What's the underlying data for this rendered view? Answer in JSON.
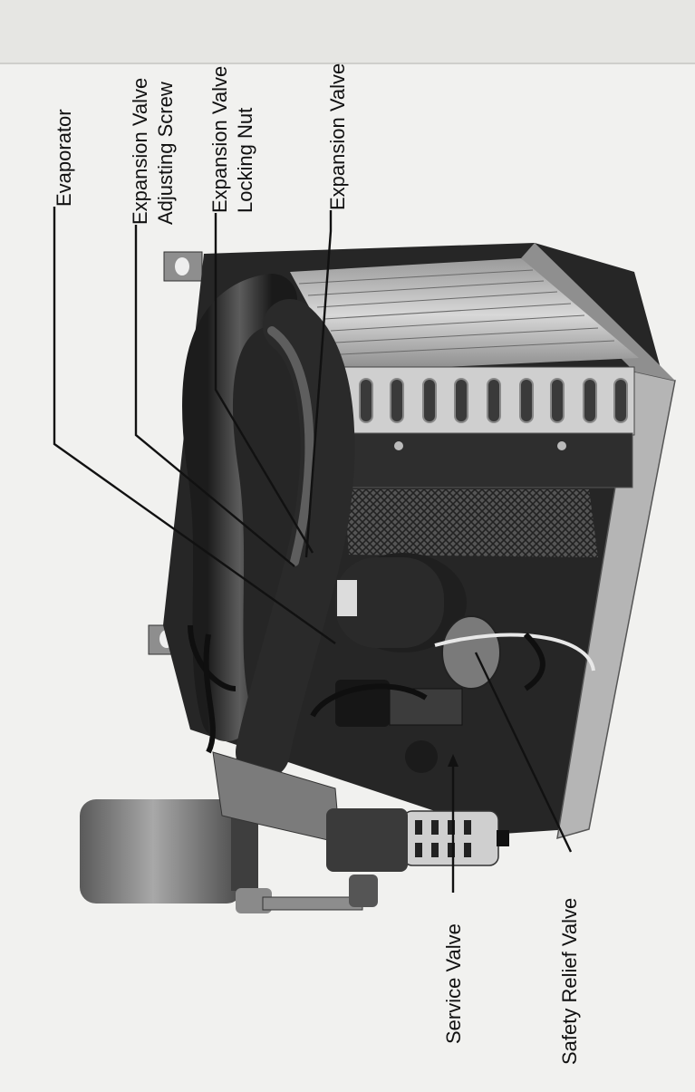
{
  "labels": {
    "evaporator": "Evaporator",
    "adjusting_screw_1": "Expansion Valve",
    "adjusting_screw_2": "Adjusting Screw",
    "locking_nut_1": "Expansion Valve",
    "locking_nut_2": "Locking Nut",
    "expansion_valve": "Expansion Valve",
    "service_valve": "Service Valve",
    "safety_relief_valve": "Safety Relief Valve"
  }
}
